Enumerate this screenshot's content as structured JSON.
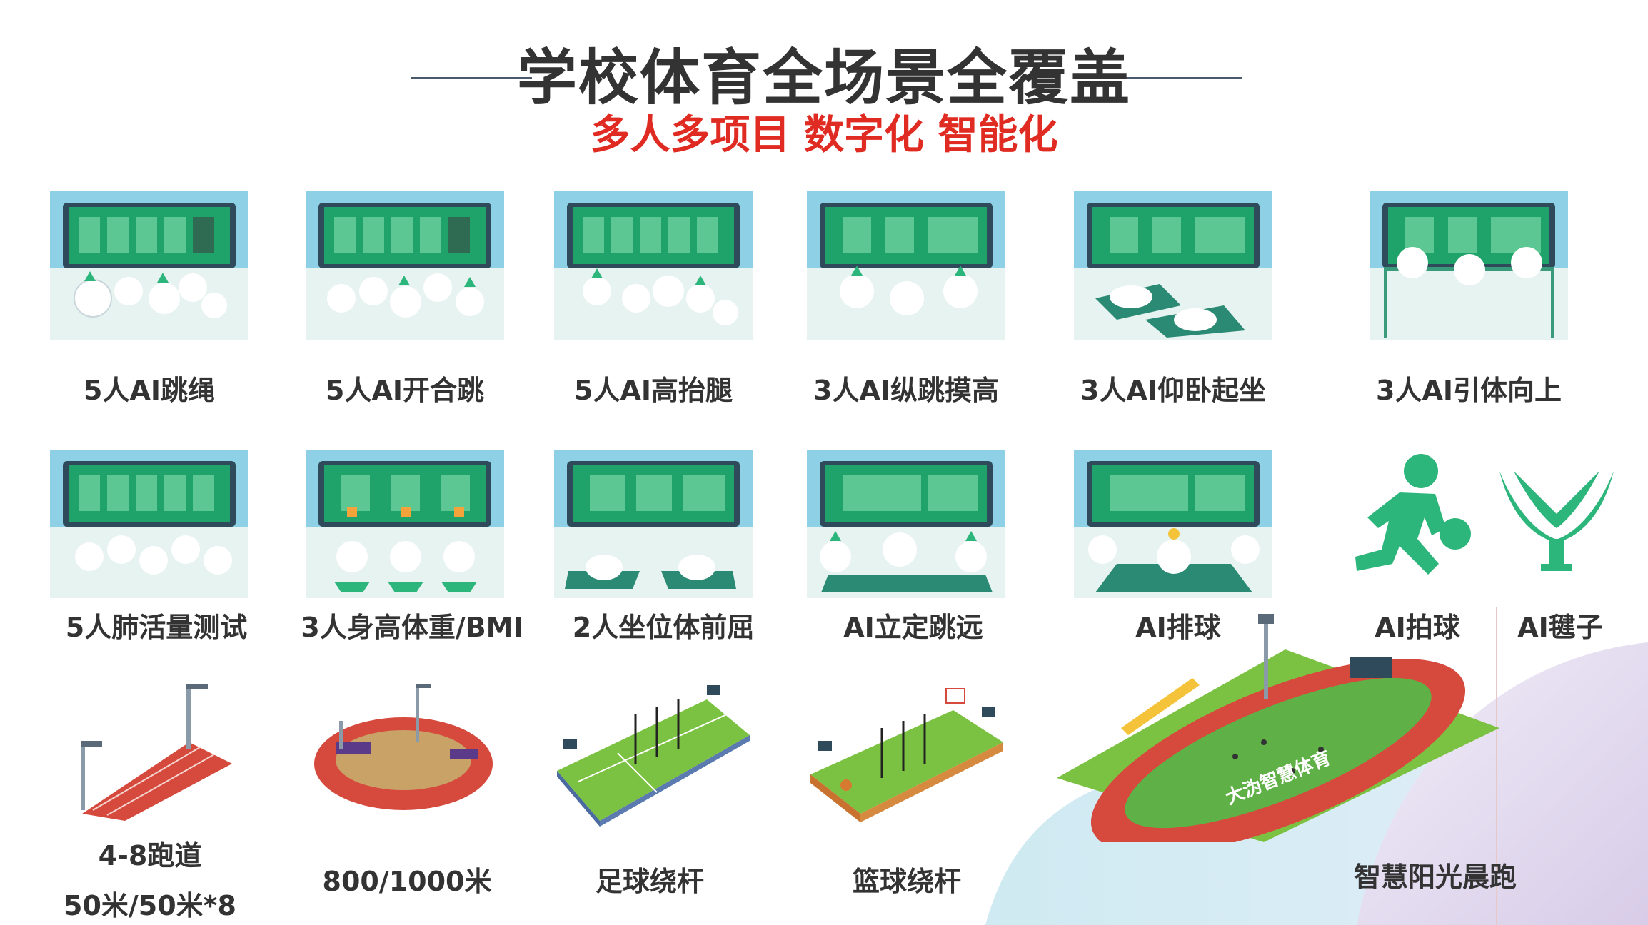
{
  "header": {
    "title": "学校体育全场景全覆盖",
    "subtitle": "多人多项目 数字化 智能化"
  },
  "row1": [
    {
      "label": "5人AI跳绳"
    },
    {
      "label": "5人AI开合跳"
    },
    {
      "label": "5人AI高抬腿"
    },
    {
      "label": "3人AI纵跳摸高"
    },
    {
      "label": "3人AI仰卧起坐"
    },
    {
      "label": "3人AI引体向上"
    }
  ],
  "row2": [
    {
      "label": "5人肺活量测试"
    },
    {
      "label": "3人身高体重/BMI"
    },
    {
      "label": "2人坐位体前屈"
    },
    {
      "label": "AI立定跳远"
    },
    {
      "label": "AI排球"
    }
  ],
  "icons": [
    {
      "label": "AI拍球",
      "icon": "dribble-icon"
    },
    {
      "label": "AI毽子",
      "icon": "shuttlecock-icon"
    }
  ],
  "fields": [
    {
      "label": "4-8跑道"
    },
    {
      "label": "800/1000米"
    },
    {
      "label": "足球绕杆"
    },
    {
      "label": "篮球绕杆"
    },
    {
      "label": "智慧阳光晨跑"
    }
  ],
  "track_sub": "50米/50米*8",
  "stadium_text": "大沩智慧体育",
  "colors": {
    "title": "#333333",
    "subtitle": "#e02b22",
    "screen": "#1fa36a",
    "accent": "#2db67c",
    "track": "#d64a3d",
    "field": "#7cc242"
  }
}
